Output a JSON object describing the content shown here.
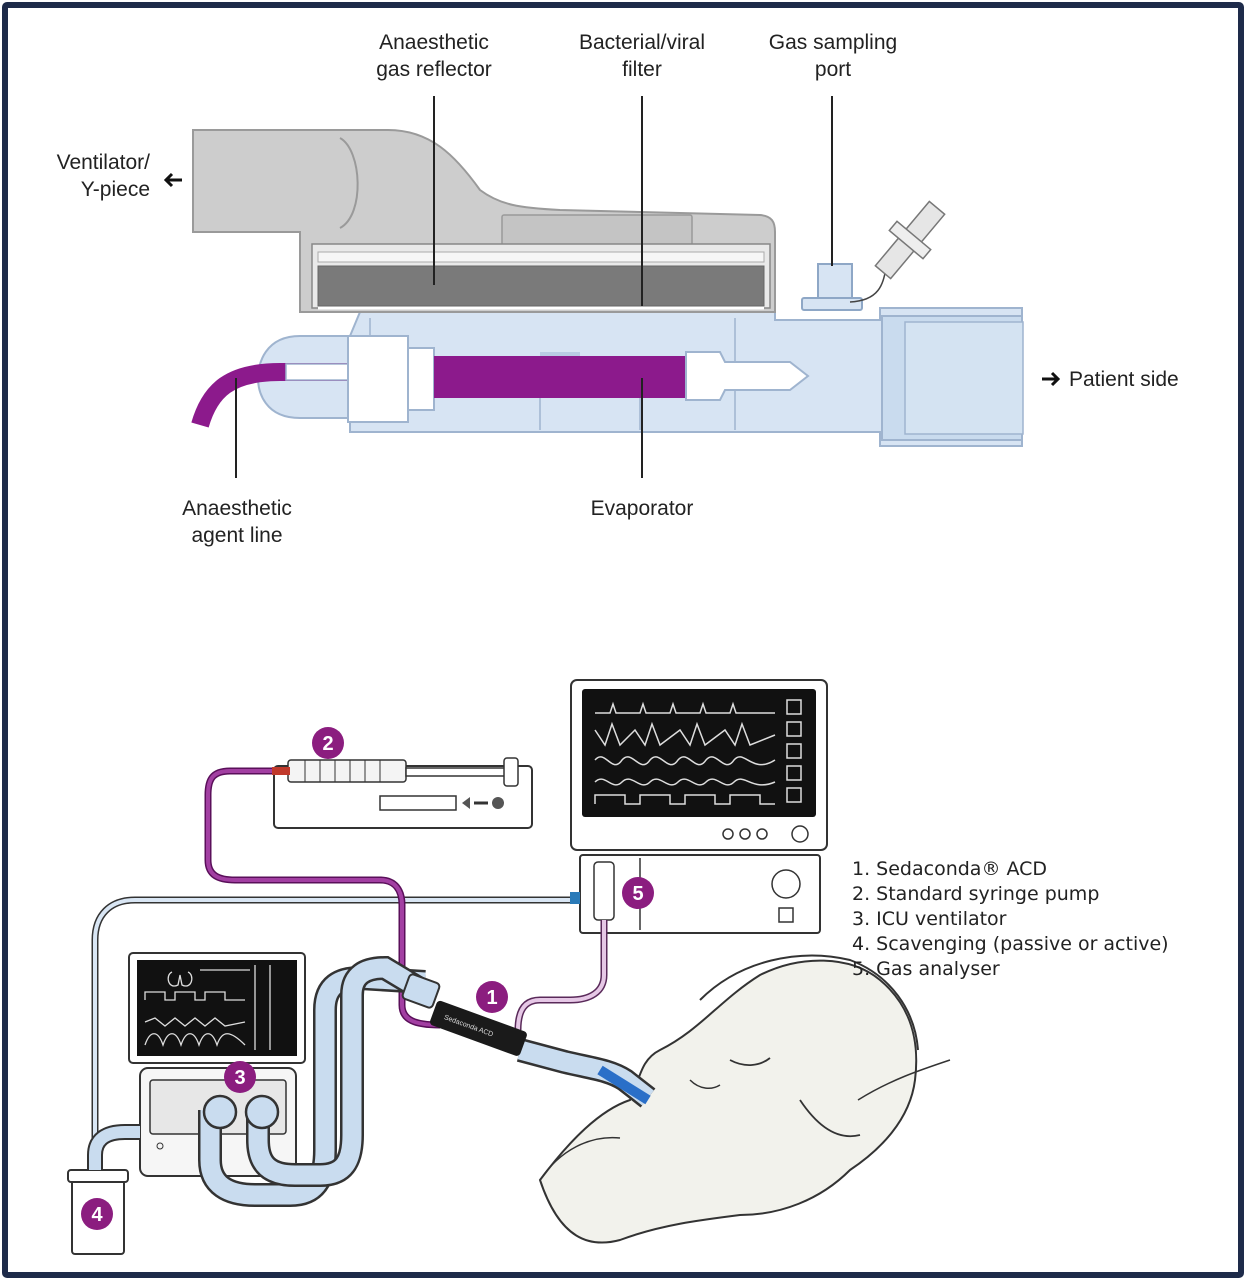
{
  "top_diagram": {
    "labels": {
      "reflector": [
        "Anaesthetic",
        "gas reflector"
      ],
      "filter": [
        "Bacterial/viral",
        "filter"
      ],
      "sampling": [
        "Gas sampling",
        "port"
      ],
      "ventilator": [
        "Ventilator/",
        "Y-piece"
      ],
      "patient": "Patient side",
      "agent_line": [
        "Anaesthetic",
        "agent line"
      ],
      "evaporator": "Evaporator"
    }
  },
  "setup": {
    "legend": [
      "1.  Sedaconda® ACD",
      "2.  Standard syringe pump",
      "3.  ICU ventilator",
      "4.  Scavenging (passive or active)",
      "5.  Gas analyser"
    ],
    "markers": [
      "1",
      "2",
      "3",
      "4",
      "5"
    ],
    "device_text": "Sedaconda ACD"
  },
  "colors": {
    "border": "#1e2b4a",
    "purple": "#8c1a8c",
    "tube_blue": "#c9dcef",
    "housing_grey": "#cfcfcf",
    "filter_grey": "#7a7a7a",
    "marker": "#8b1d7f"
  }
}
